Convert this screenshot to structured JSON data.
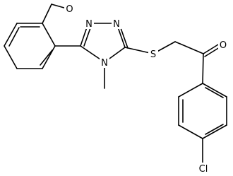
{
  "labels": {
    "o_methoxy": "O",
    "n_top_left": "N",
    "n_top_right": "N",
    "n_ring": "N",
    "s_thioether": "S",
    "o_carbonyl": "O",
    "cl": "Cl"
  }
}
